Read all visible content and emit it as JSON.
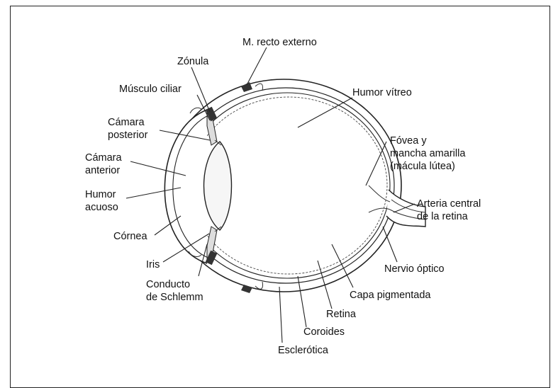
{
  "labels": {
    "m_recto_externo": "M. recto externo",
    "zonula": "Zónula",
    "humor_vitreo": "Humor vítreo",
    "musculo_ciliar": "Músculo ciliar",
    "camara_posterior_1": "Cámara",
    "camara_posterior_2": "posterior",
    "camara_anterior_1": "Cámara",
    "camara_anterior_2": "anterior",
    "humor_acuoso_1": "Humor",
    "humor_acuoso_2": "acuoso",
    "cornea": "Córnea",
    "iris": "Iris",
    "conducto_1": "Conducto",
    "conducto_2": "de Schlemm",
    "fovea_1": "Fóvea y",
    "fovea_2": "mancha amarilla",
    "fovea_3": "(mácula lútea)",
    "arteria_1": "Arteria central",
    "arteria_2": "de la retina",
    "nervio_optico": "Nervio óptico",
    "capa_pigmentada": "Capa pigmentada",
    "retina": "Retina",
    "coroides": "Coroides",
    "esclerotica": "Esclerótica"
  }
}
